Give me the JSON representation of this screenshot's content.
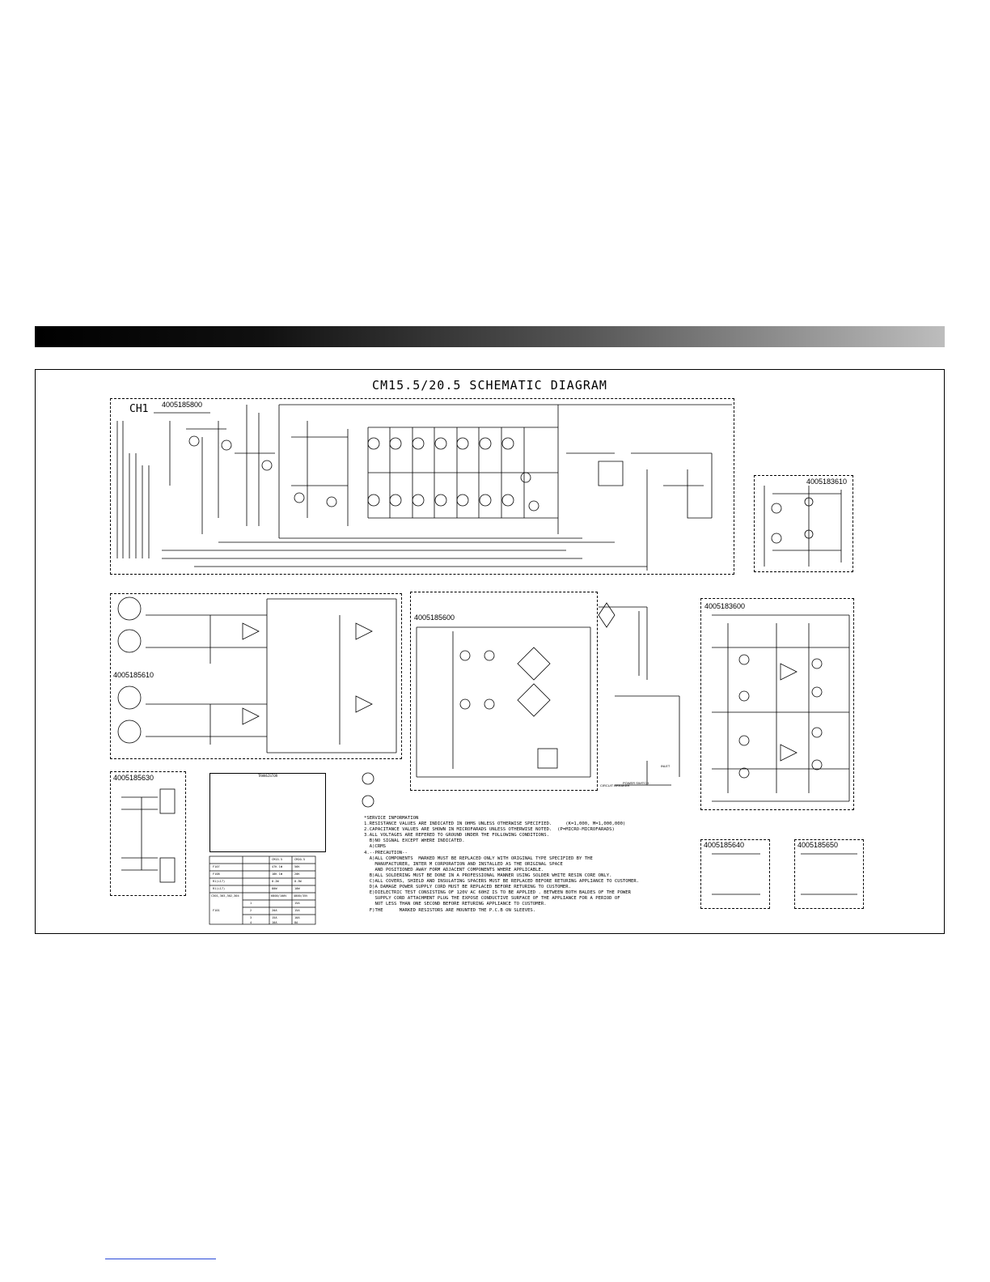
{
  "header": {
    "gradient_from": "#000000",
    "gradient_to": "#c0c0c0"
  },
  "diagram": {
    "title": "CM15.5/20.5 SCHEMATIC DIAGRAM",
    "ch1_label": "CH1",
    "blocks": {
      "power_amp": "4005185800",
      "input_board": "4005185610",
      "power_supply": "4005185600",
      "board_right_top": "4005183610",
      "board_right_mid": "4005183600",
      "board_bottom_left": "4005185630",
      "board_bottom_mid": "4005185640",
      "board_bottom_right": "4005185650"
    },
    "transistor_table_title": "TRANSISTOR",
    "labels": {
      "power_switch": "POWER SWITCH",
      "circuit_breaker": "CIRCUIT BREAKER",
      "inlet": "INLET"
    }
  },
  "service_info": {
    "heading": "*SERVICE INFORMATION",
    "lines": [
      "1.RESISTANCE VALUES ARE INDICATED IN OHMS UNLESS OTHERWISE SPECIFIED.     (K=1,000, M=1,000,000)",
      "2.CAPACITANCE VALUES ARE SHOWN IN MICROFARADS UNLESS OTHERWISE NOTED.  (P=MICRO-MICROFARADS)",
      "3.ALL VOLTAGES ARE REFERED TO GROUND UNDER THE FOLLOWING CONDITIONS.",
      "  B)NO SIGNAL EXCEPT WHERE INDICATED.",
      "  A)CRMS",
      "4.--PRECAUTION--",
      "  A)ALL COMPONENTS  MARKED MUST BE REPLACED ONLY WITH ORIGINAL TYPE SPECIFIED BY THE",
      "    MANUFACTURER, INTER M CORPORATION AND INSTALLED AS THE ORIGINAL SPACE",
      "    AND POSITIONED AWAY FORM ADJACENT COMPONENTS WHERE APPLICABLE.",
      "  B)ALL SOLDERING MUST BE DONE IN A PROFESSIONAL MANNER USING SOLDER WHITE RESIN CORE ONLY.",
      "  C)ALL COVERS, SHIELD AND INSULATING SPACERS MUST BE REPLACED BEFORE RETURING APPLIANCE TO CUSTOMER.",
      "  D)A DAMAGE POWER SUPPLY CORD MUST BE REPLACED BEFORE RETURING TO CUSTOMER.",
      "  E)DIELECTRIC TEST CONSISTING OF 120V AC 60HZ IS TO BE APPLIED . BETWEEN BOTH BALDES OF THE POWER",
      "    SUPPLY CORD ATTACHMENT PLUG THE EXPOSE CONDUCTIVE SURFACE OF THE APPLIANCE FOR A PERIOD OF",
      "    NOT LESS THAN ONE SECOND BEFORE RETURING APPLIANCE TO CUSTOMER.",
      "  F)THE      MARKED RESISTORS ARE MOUNTED THE P.C.B ON SLEEVES."
    ]
  },
  "models_table": {
    "headers": [
      "",
      "",
      "CM15.5",
      "CM20.5"
    ],
    "rows": [
      [
        "F107",
        "",
        "47K 1W",
        "56K"
      ],
      [
        "F108",
        "",
        "18K 1W",
        "20K"
      ],
      [
        "R1(L17)",
        "",
        "0.2W",
        "0.3W"
      ],
      [
        "R1(L17)",
        "",
        "80W",
        "10W"
      ],
      [
        "C301,303,302,304",
        "",
        "6800/100V",
        "4800/35V"
      ],
      [
        "F101",
        "1",
        "",
        "15A"
      ],
      [
        "",
        "2",
        "20A",
        "15A"
      ],
      [
        "",
        "3",
        "15A",
        "10A"
      ],
      [
        "",
        "4",
        "10A",
        "8A"
      ]
    ]
  }
}
